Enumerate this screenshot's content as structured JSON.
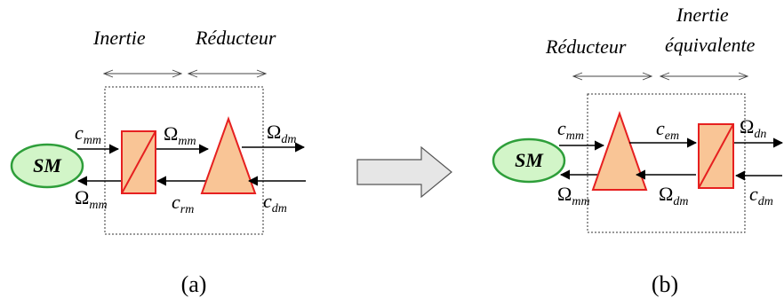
{
  "panel_a": {
    "caption": "(a)",
    "header_inertie": "Inertie",
    "header_reducteur": "Réducteur",
    "sm_label": "SM",
    "c_mm": {
      "base": "c",
      "sub": "mm"
    },
    "omega_mm_top": {
      "base": "Ω",
      "sub": "mm"
    },
    "omega_dm": {
      "base": "Ω",
      "sub": "dm"
    },
    "omega_mm_bottom": {
      "base": "Ω",
      "sub": "mm"
    },
    "c_rm": {
      "base": "c",
      "sub": "rm"
    },
    "c_dm": {
      "base": "c",
      "sub": "dm"
    }
  },
  "panel_b": {
    "caption": "(b)",
    "header_reducteur": "Réducteur",
    "header_inertie_line1": "Inertie",
    "header_inertie_line2": "équivalente",
    "sm_label": "SM",
    "c_mm": {
      "base": "c",
      "sub": "mm"
    },
    "c_em": {
      "base": "c",
      "sub": "em"
    },
    "omega_dn": {
      "base": "Ω",
      "sub": "dn"
    },
    "omega_mm": {
      "base": "Ω",
      "sub": "mm"
    },
    "omega_dm": {
      "base": "Ω",
      "sub": "dm"
    },
    "c_dm": {
      "base": "c",
      "sub": "dm"
    }
  },
  "colors": {
    "sm_fill": "#d2f5c8",
    "sm_stroke": "#2e9e3a",
    "block_fill": "#f9c596",
    "block_stroke": "#e62020",
    "arrow_fill": "#e6e6e6",
    "arrow_stroke": "#555555"
  }
}
